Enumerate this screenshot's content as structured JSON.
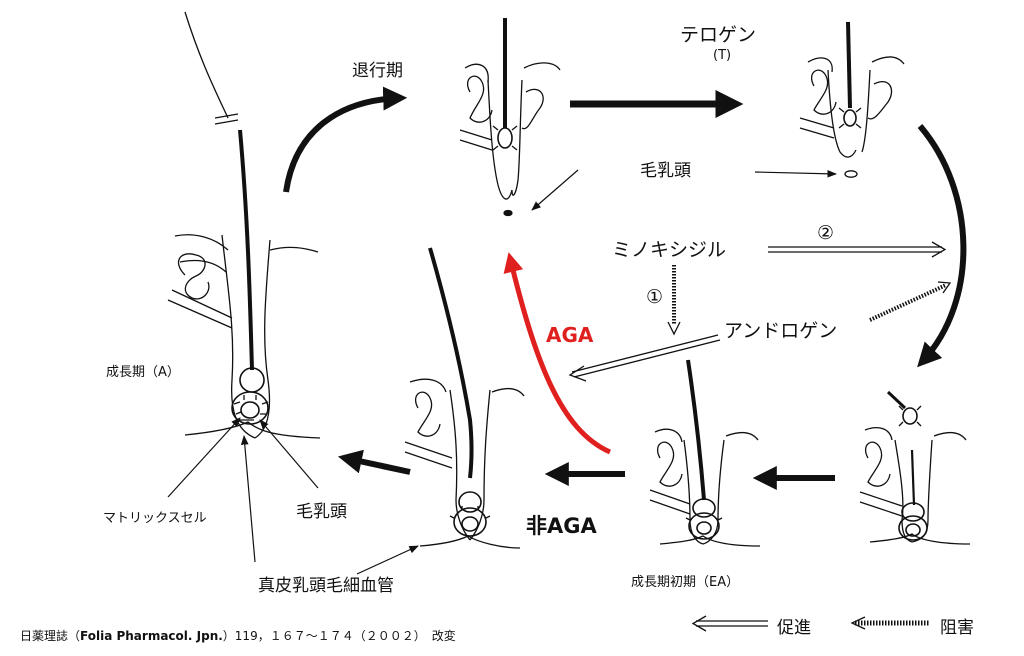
{
  "stages": {
    "catagen": "退行期",
    "telogen": "テロゲン",
    "telogen_code": "(T)",
    "anagen": "成長期（A）",
    "early_anagen": "成長期初期（EA）"
  },
  "structures": {
    "dermal_papilla": "毛乳頭",
    "dermal_papilla_2": "毛乳頭",
    "matrix_cell": "マトリックスセル",
    "capillary": "真皮乳頭毛細血管"
  },
  "agents": {
    "minoxidil": "ミノキシジル",
    "androgen": "アンドロゲン",
    "route_1": "①",
    "route_2": "②"
  },
  "pathways": {
    "aga": "AGA",
    "non_aga": "非AGA"
  },
  "legend": {
    "promote": "促進",
    "inhibit": "阻害"
  },
  "citation": {
    "prefix": "日薬理誌（",
    "journal": "Folia Pharmacol. Jpn.",
    "suffix": "）119，１６７〜１７４（２００２）　改変"
  },
  "colors": {
    "aga_arrow": "#e0201f",
    "ink": "#111111"
  }
}
